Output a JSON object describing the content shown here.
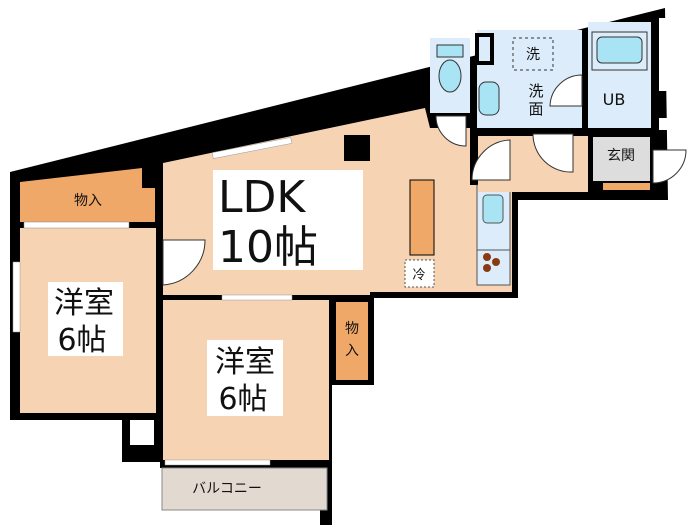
{
  "floor_plan": {
    "rooms": {
      "ldk": {
        "name": "LDK",
        "size": "10帖"
      },
      "western_room_1": {
        "name": "洋室",
        "size": "6帖"
      },
      "western_room_2": {
        "name": "洋室",
        "size": "6帖"
      },
      "closet_1": {
        "name": "物入"
      },
      "closet_2": {
        "name_top": "物",
        "name_bottom": "入"
      },
      "washroom": {
        "name_top": "洗",
        "name_bottom": "面"
      },
      "washing_machine": {
        "name": "洗"
      },
      "unit_bath": {
        "name": "UB"
      },
      "entrance": {
        "name": "玄関"
      },
      "balcony": {
        "name": "バルコニー"
      },
      "refrigerator": {
        "name": "冷"
      }
    },
    "colors": {
      "floor": "#f5d3b3",
      "closet": "#f0a868",
      "wet_area": "#dcecfa",
      "fixture": "#a8e4f4",
      "entrance": "#dddddd",
      "balcony": "#e2dad0",
      "wall": "#000000",
      "stove": "#8a3a12"
    }
  }
}
